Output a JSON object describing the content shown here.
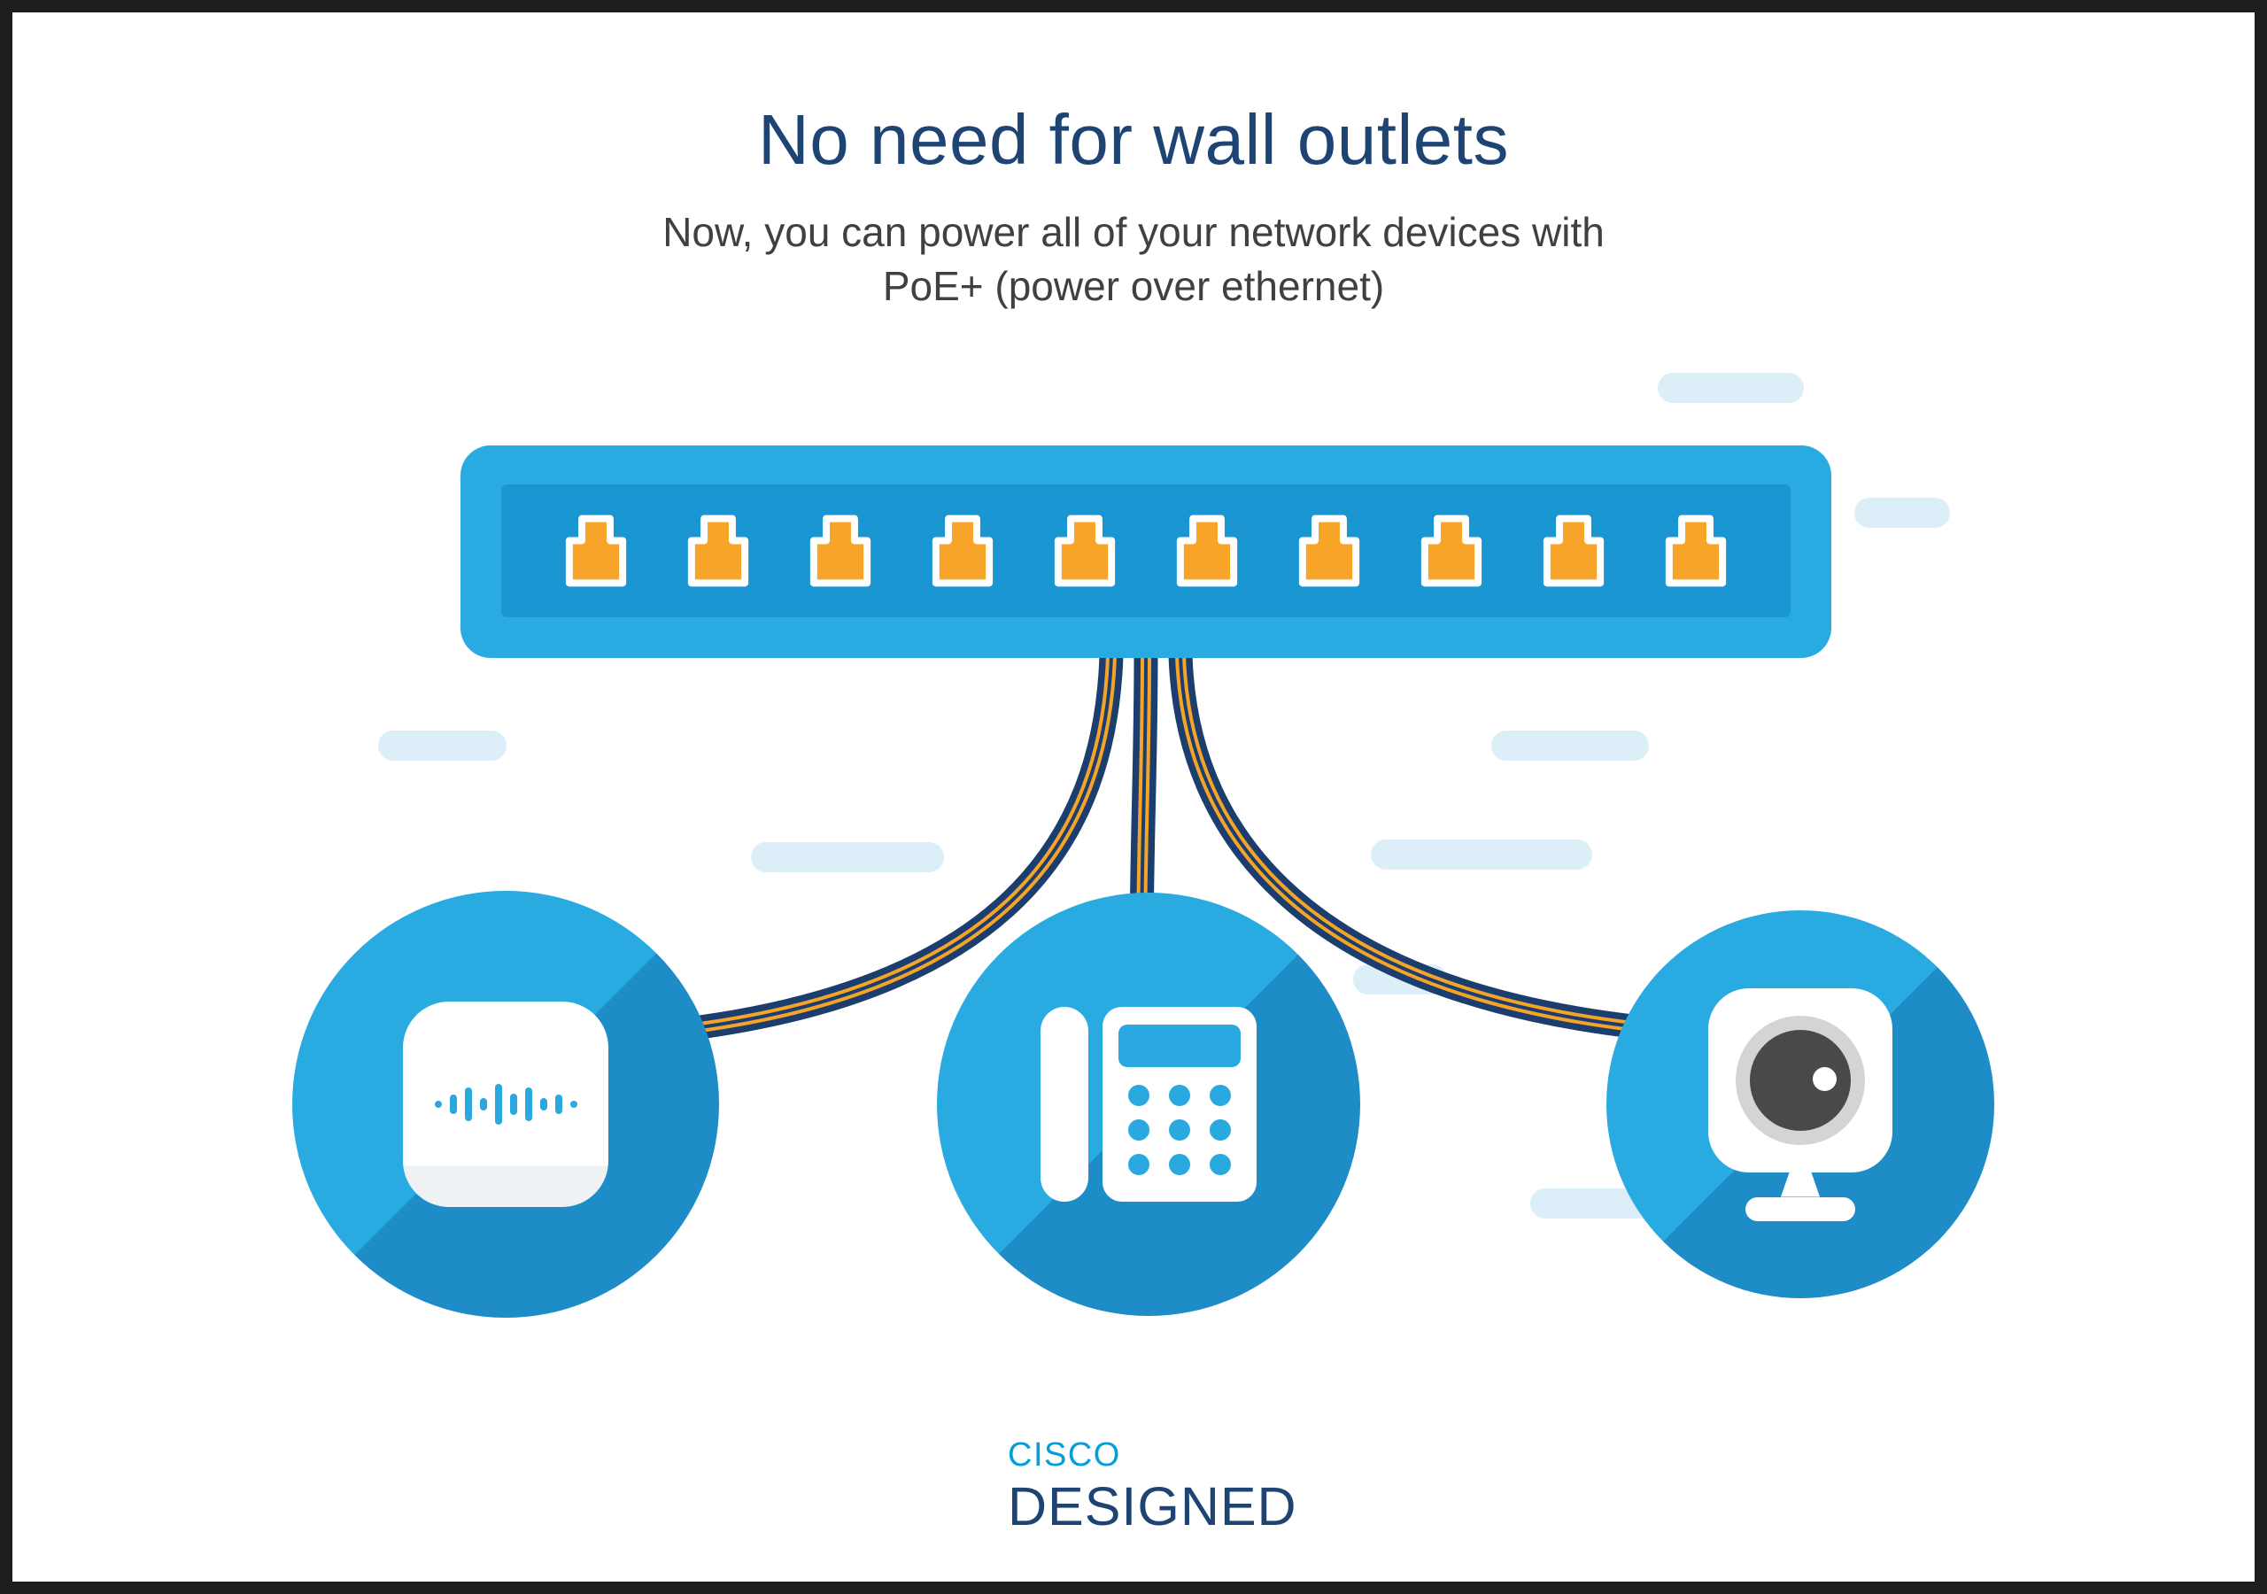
{
  "header": {
    "title": "No need for wall outlets",
    "subtitle_line1": "Now, you can power all of your network devices with",
    "subtitle_line2": "PoE+ (power over ethernet)"
  },
  "switch": {
    "port_count": 10,
    "port_icon": "ethernet-port-icon"
  },
  "devices": {
    "left": {
      "icon": "access-point-icon"
    },
    "middle": {
      "icon": "ip-phone-icon"
    },
    "right": {
      "icon": "webcam-icon"
    }
  },
  "footer": {
    "brand_line1": "CISCO",
    "brand_line2": "DESIGNED"
  },
  "colors": {
    "primary_blue": "#29abe2",
    "switch_inner_blue": "#1a97d3",
    "circle_shadow_blue": "#1e8cc6",
    "port_orange": "#f7a428",
    "cable_navy": "#1b3e6f",
    "title_navy": "#1d4473",
    "subtitle_gray": "#3e4042",
    "pill_light_blue": "#dceef8",
    "cisco_logo_blue": "#049fd9",
    "lens_dark_gray": "#48494b",
    "lens_light_gray": "#d2d4d5"
  }
}
